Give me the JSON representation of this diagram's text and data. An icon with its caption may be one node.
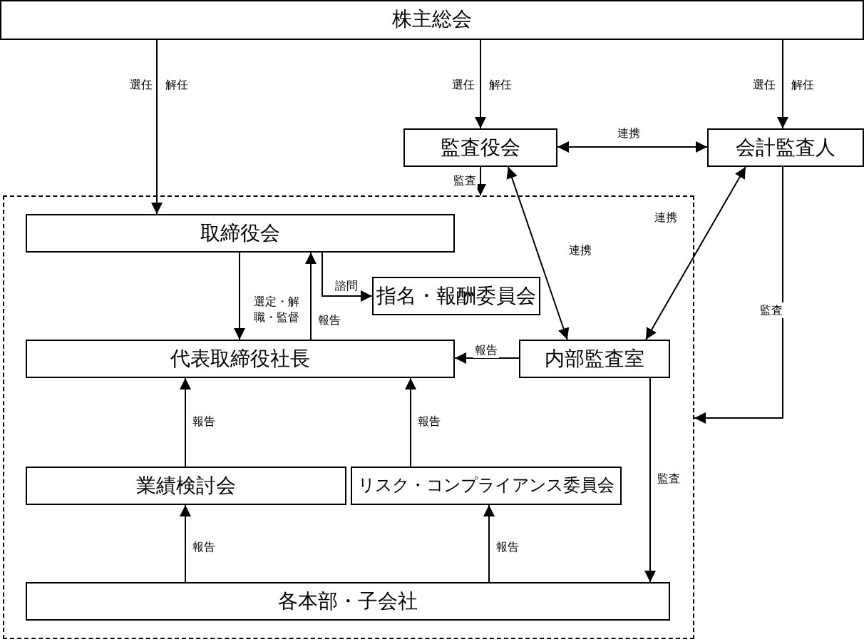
{
  "diagram": {
    "nodes": [
      {
        "text": [
          "株主総会"
        ]
      },
      {
        "text": [
          "監査役会"
        ]
      },
      {
        "text": [
          "会計監査人"
        ]
      },
      {
        "text": [],
        "shape": "box"
      },
      {
        "text": [
          "取締役会"
        ],
        "in": 3
      },
      {
        "text": [
          "指名・報酬委員会"
        ],
        "in": 3
      },
      {
        "text": [
          "代表取締役社長"
        ],
        "in": 3
      },
      {
        "text": [
          "内部監査室"
        ],
        "in": 3
      },
      {
        "text": [
          "業績検討会"
        ],
        "in": 3
      },
      {
        "text": [
          "リスク・コンプライアンス委員会"
        ],
        "in": 3
      },
      {
        "text": [
          "各本部・子会社"
        ],
        "in": 3
      }
    ],
    "edges": [
      {
        "from": 0,
        "to": 4,
        "arrow": "to",
        "label": "選任"
      },
      {
        "from": 0,
        "to": 1,
        "arrow": "to",
        "label": "選任"
      },
      {
        "from": 0,
        "to": 2,
        "arrow": "to",
        "label": "選任"
      },
      {
        "from": 1,
        "to": 2,
        "arrow": "both",
        "label": "連携"
      },
      {
        "from": 1,
        "to": 3,
        "arrow": "to",
        "label": "監査"
      },
      {
        "from": 1,
        "to": 7,
        "arrow": "both",
        "label": "連携"
      },
      {
        "from": 2,
        "to": 7,
        "arrow": "both",
        "label": "連携"
      },
      {
        "from": 2,
        "to": 3,
        "arrow": "to",
        "label": "監査"
      },
      {
        "from": 4,
        "to": 6,
        "arrow": "to",
        "label": "選定・解職・監督"
      },
      {
        "from": 6,
        "to": 4,
        "arrow": "to",
        "label": "報告"
      },
      {
        "from": 4,
        "to": 5,
        "arrow": "to",
        "label": "諮問"
      },
      {
        "from": 7,
        "to": 6,
        "arrow": "to",
        "label": "報告"
      },
      {
        "from": 8,
        "to": 6,
        "arrow": "to",
        "label": "報告"
      },
      {
        "from": 9,
        "to": 6,
        "arrow": "to",
        "label": "報告"
      },
      {
        "from": 10,
        "to": 8,
        "arrow": "to",
        "label": "報告"
      },
      {
        "from": 10,
        "to": 9,
        "arrow": "to",
        "label": "報告"
      },
      {
        "from": 7,
        "to": 10,
        "arrow": "to",
        "label": "監査"
      }
    ],
    "labels": [
      "解任",
      "解任",
      "解任"
    ]
  }
}
